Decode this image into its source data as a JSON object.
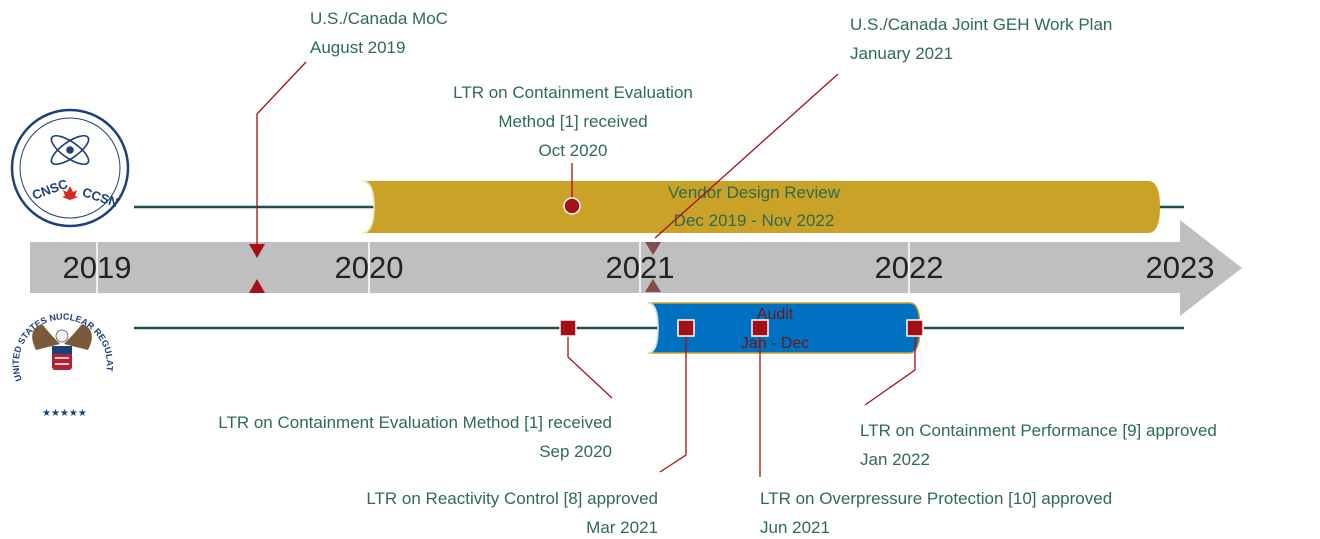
{
  "years": [
    "2019",
    "2020",
    "2021",
    "2022",
    "2023"
  ],
  "cnsc_logo": {
    "left_text": "CNSC",
    "right_text": "CCSN"
  },
  "nrc_logo": {
    "ring_text": "UNITED STATES NUCLEAR REGULATORY COMMISSION"
  },
  "vendor_review": {
    "title": "Vendor Design Review",
    "dates": "Dec 2019 - Nov 2022"
  },
  "audit": {
    "title": "Audit",
    "dates": "Jan - Dec"
  },
  "events_top": [
    {
      "title": "U.S./Canada MoC",
      "date": "August 2019"
    },
    {
      "title": "U.S./Canada Joint GEH Work Plan",
      "date": "January 2021"
    },
    {
      "title_line1": "LTR on Containment Evaluation",
      "title_line2": "Method [1] received",
      "date": "Oct 2020"
    }
  ],
  "events_bottom": [
    {
      "title": "LTR on Containment Evaluation Method [1] received",
      "date": "Sep 2020"
    },
    {
      "title": "LTR on Reactivity Control [8] approved",
      "date": "Mar 2021"
    },
    {
      "title": "LTR on Overpressure Protection [10] approved",
      "date": "Jun 2021"
    },
    {
      "title": "LTR on Containment Performance [9] approved",
      "date": "Jan 2022"
    }
  ],
  "colors": {
    "axis_band": "#bfbfbf",
    "track_line": "#1f4e4e",
    "vendor_bar": "#c9a227",
    "audit_bar": "#0070c0",
    "marker": "#a50f15",
    "leader": "#a50f15",
    "label_text": "#2e6b4f"
  }
}
